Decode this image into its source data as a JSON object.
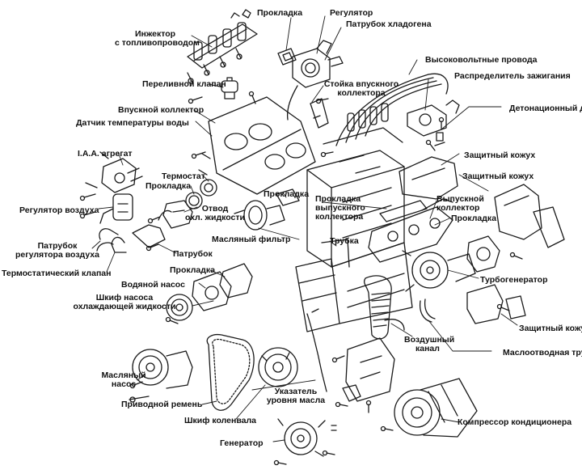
{
  "labels": {
    "prokladka_top": "Прокладка",
    "regulyator": "Регулятор",
    "patrubok_hladogena": "Патрубок хладогена",
    "inzhektor_1": "Инжектор",
    "inzhektor_2": "с топливопроводом",
    "vysokovoltnye": "Высоковольтные провода",
    "raspredelitel": "Распределитель зажигания",
    "perelivnoy": "Переливной клапан",
    "stoyka_1": "Стойка впускного",
    "stoyka_2": "коллектора",
    "vpusknoy": "Впускной коллектор",
    "detonacionny": "Детонационный датчик",
    "datchik_temp": "Датчик температуры воды",
    "iaa": "I.A.A. агрегат",
    "zashchitny_1": "Защитный кожух",
    "zashchitny_2": "Защитный кожух",
    "termostat": "Термостат",
    "prokladka_2": "Прокладка",
    "prokladka_3": "Прокладка",
    "prokladka_vyp_1": "Прокладка",
    "prokladka_vyp_2": "выпускного",
    "prokladka_vyp_3": "коллектора",
    "vypusknoy_1": "Выпускной",
    "vypusknoy_2": "коллектор",
    "otvod_1": "Отвод",
    "otvod_2": "охл. жидкости",
    "regulyator_vozduha": "Регулятор воздуха",
    "prokladka_4": "Прокладка",
    "maslyany_filtr": "Масляный фильтр",
    "trubka": "Трубка",
    "patrubok_reg_1": "Патрубок",
    "patrubok_reg_2": "регулятора воздуха",
    "patrubok": "Патрубок",
    "termostatichesky": "Термостатический клапан",
    "prokladka_5": "Прокладка",
    "turbogenerator": "Турбогенератор",
    "vodyanoy_nasos": "Водяной насос",
    "shkif_nasosa_1": "Шкиф насоса",
    "shkif_nasosa_2": "охлаждающей жидкости",
    "zashchitny_3": "Защитный кожух",
    "vozdushny_1": "Воздушный",
    "vozdushny_2": "канал",
    "maslootvodnaya": "Маслоотводная трубка",
    "maslyany_nasos_1": "Масляный",
    "maslyany_nasos_2": "насос",
    "ukazatel_1": "Указатель",
    "ukazatel_2": "уровня масла",
    "privodnoy": "Приводной ремень",
    "kompressor": "Компрессор кондиционера",
    "shkif_kolenvala": "Шкиф коленвала",
    "generator": "Генератор"
  }
}
